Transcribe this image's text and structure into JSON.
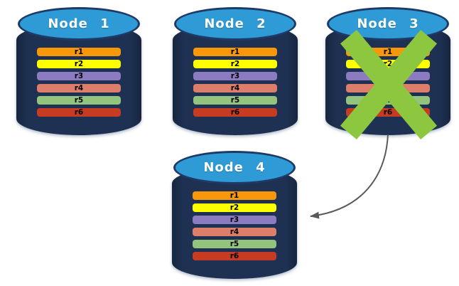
{
  "diagram": {
    "description": "Database replication failover diagram: four nodes each holding replica rows r1-r6; Node 3 is failed (green X) and a curved arrow points from Node 3 to Node 4",
    "colors": {
      "background": "#FFFFFF",
      "cylinder_body": "#1F3153",
      "cylinder_body_edge": "#16263F",
      "cylinder_top": "#2E9BD6",
      "cylinder_top_border": "#1E3A66",
      "failure_x": "#8DC63F",
      "arrow": "#595959",
      "row_text": "#000000",
      "title_text": "#FFFFFF"
    },
    "arrow": {
      "from": "Node 3",
      "to": "Node 4",
      "style": "curved"
    },
    "nodes": [
      {
        "label": "Node 1",
        "status": "active",
        "rows": [
          {
            "label": "r1",
            "color": "#F79709"
          },
          {
            "label": "r2",
            "color": "#FFFF00"
          },
          {
            "label": "r3",
            "color": "#8D7BC1"
          },
          {
            "label": "r4",
            "color": "#DD7E6B"
          },
          {
            "label": "r5",
            "color": "#93C47D"
          },
          {
            "label": "r6",
            "color": "#C63B22"
          }
        ]
      },
      {
        "label": "Node 2",
        "status": "active",
        "rows": [
          {
            "label": "r1",
            "color": "#F79709"
          },
          {
            "label": "r2",
            "color": "#FFFF00"
          },
          {
            "label": "r3",
            "color": "#8D7BC1"
          },
          {
            "label": "r4",
            "color": "#DD7E6B"
          },
          {
            "label": "r5",
            "color": "#93C47D"
          },
          {
            "label": "r6",
            "color": "#C63B22"
          }
        ]
      },
      {
        "label": "Node 3",
        "status": "failed",
        "rows": [
          {
            "label": "r1",
            "color": "#F79709"
          },
          {
            "label": "r2",
            "color": "#FFFF00"
          },
          {
            "label": "r3",
            "color": "#8D7BC1"
          },
          {
            "label": "r4",
            "color": "#DD7E6B"
          },
          {
            "label": "r5",
            "color": "#93C47D"
          },
          {
            "label": "r6",
            "color": "#C63B22"
          }
        ]
      },
      {
        "label": "Node 4",
        "status": "active",
        "rows": [
          {
            "label": "r1",
            "color": "#F79709"
          },
          {
            "label": "r2",
            "color": "#FFFF00"
          },
          {
            "label": "r3",
            "color": "#8D7BC1"
          },
          {
            "label": "r4",
            "color": "#DD7E6B"
          },
          {
            "label": "r5",
            "color": "#93C47D"
          },
          {
            "label": "r6",
            "color": "#C63B22"
          }
        ]
      }
    ]
  }
}
